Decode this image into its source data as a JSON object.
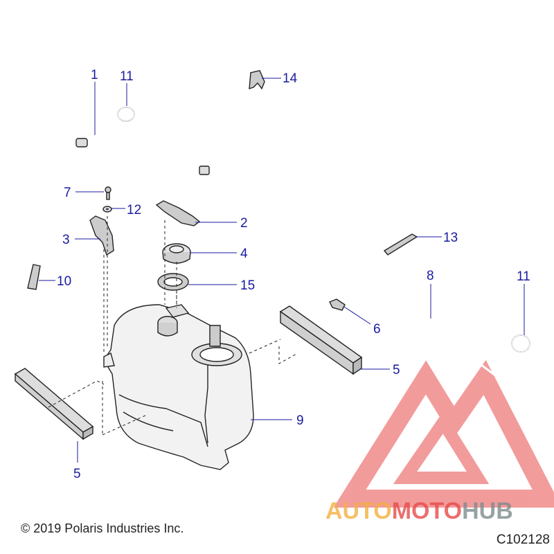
{
  "diagram": {
    "callouts": [
      "1",
      "11",
      "14",
      "7",
      "12",
      "2",
      "3",
      "4",
      "10",
      "15",
      "13",
      "8",
      "11",
      "6",
      "5",
      "9",
      "5"
    ],
    "copyright": "© 2019 Polaris Industries Inc.",
    "drawing_id": "C102128"
  },
  "watermark": {
    "part1": "AUTO",
    "part2": "MOTO",
    "part3": "HUB"
  },
  "colors": {
    "callout": "#1a1aa0",
    "watermark_red": "#e84a4a",
    "watermark_orange": "#f5b041",
    "watermark_gray": "#7f8c8d"
  }
}
